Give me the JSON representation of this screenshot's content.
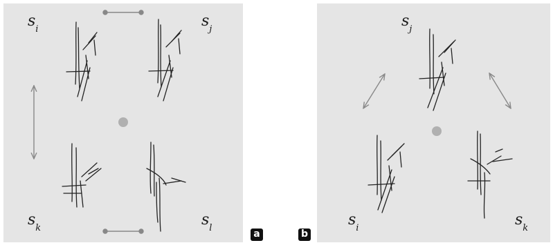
{
  "panels": {
    "a": {
      "tag": "a",
      "labels": {
        "s_i": {
          "base": "s",
          "sub": "i"
        },
        "s_j": {
          "base": "s",
          "sub": "j"
        },
        "s_k": {
          "base": "s",
          "sub": "k"
        },
        "s_l": {
          "base": "s",
          "sub": "l"
        }
      }
    },
    "b": {
      "tag": "b",
      "labels": {
        "s_j": {
          "base": "s",
          "sub": "j"
        },
        "s_i": {
          "base": "s",
          "sub": "i"
        },
        "s_k": {
          "base": "s",
          "sub": "k"
        }
      }
    }
  },
  "colors": {
    "panel_bg": "#e5e5e5",
    "stroke": "#222222",
    "connector": "#888888",
    "center_dot": "#b0b0b0",
    "tag_bg": "#111111"
  }
}
